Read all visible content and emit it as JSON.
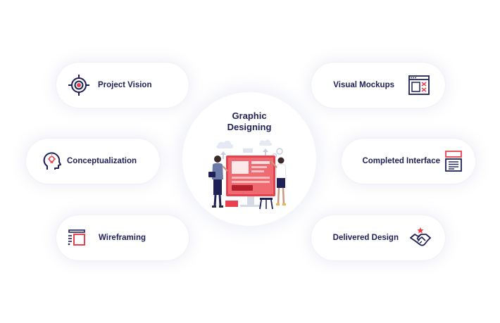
{
  "center": {
    "title_line1": "Graphic",
    "title_line2": "Designing",
    "illustration": "designers-at-web-page-illustration"
  },
  "steps": {
    "project_vision": {
      "label": "Project Vision",
      "icon": "target-icon"
    },
    "conceptualization": {
      "label": "Conceptualization",
      "icon": "head-lightbulb-icon"
    },
    "wireframing": {
      "label": "Wireframing",
      "icon": "wireframe-icon"
    },
    "visual_mockups": {
      "label": "Visual Mockups",
      "icon": "browser-mockup-icon"
    },
    "completed_interface": {
      "label": "Completed Interface",
      "icon": "document-layout-icon"
    },
    "delivered_design": {
      "label": "Delivered Design",
      "icon": "handshake-icon"
    }
  },
  "colors": {
    "navy": "#1e2057",
    "accent_red": "#e8414d",
    "background": "#ffffff"
  }
}
